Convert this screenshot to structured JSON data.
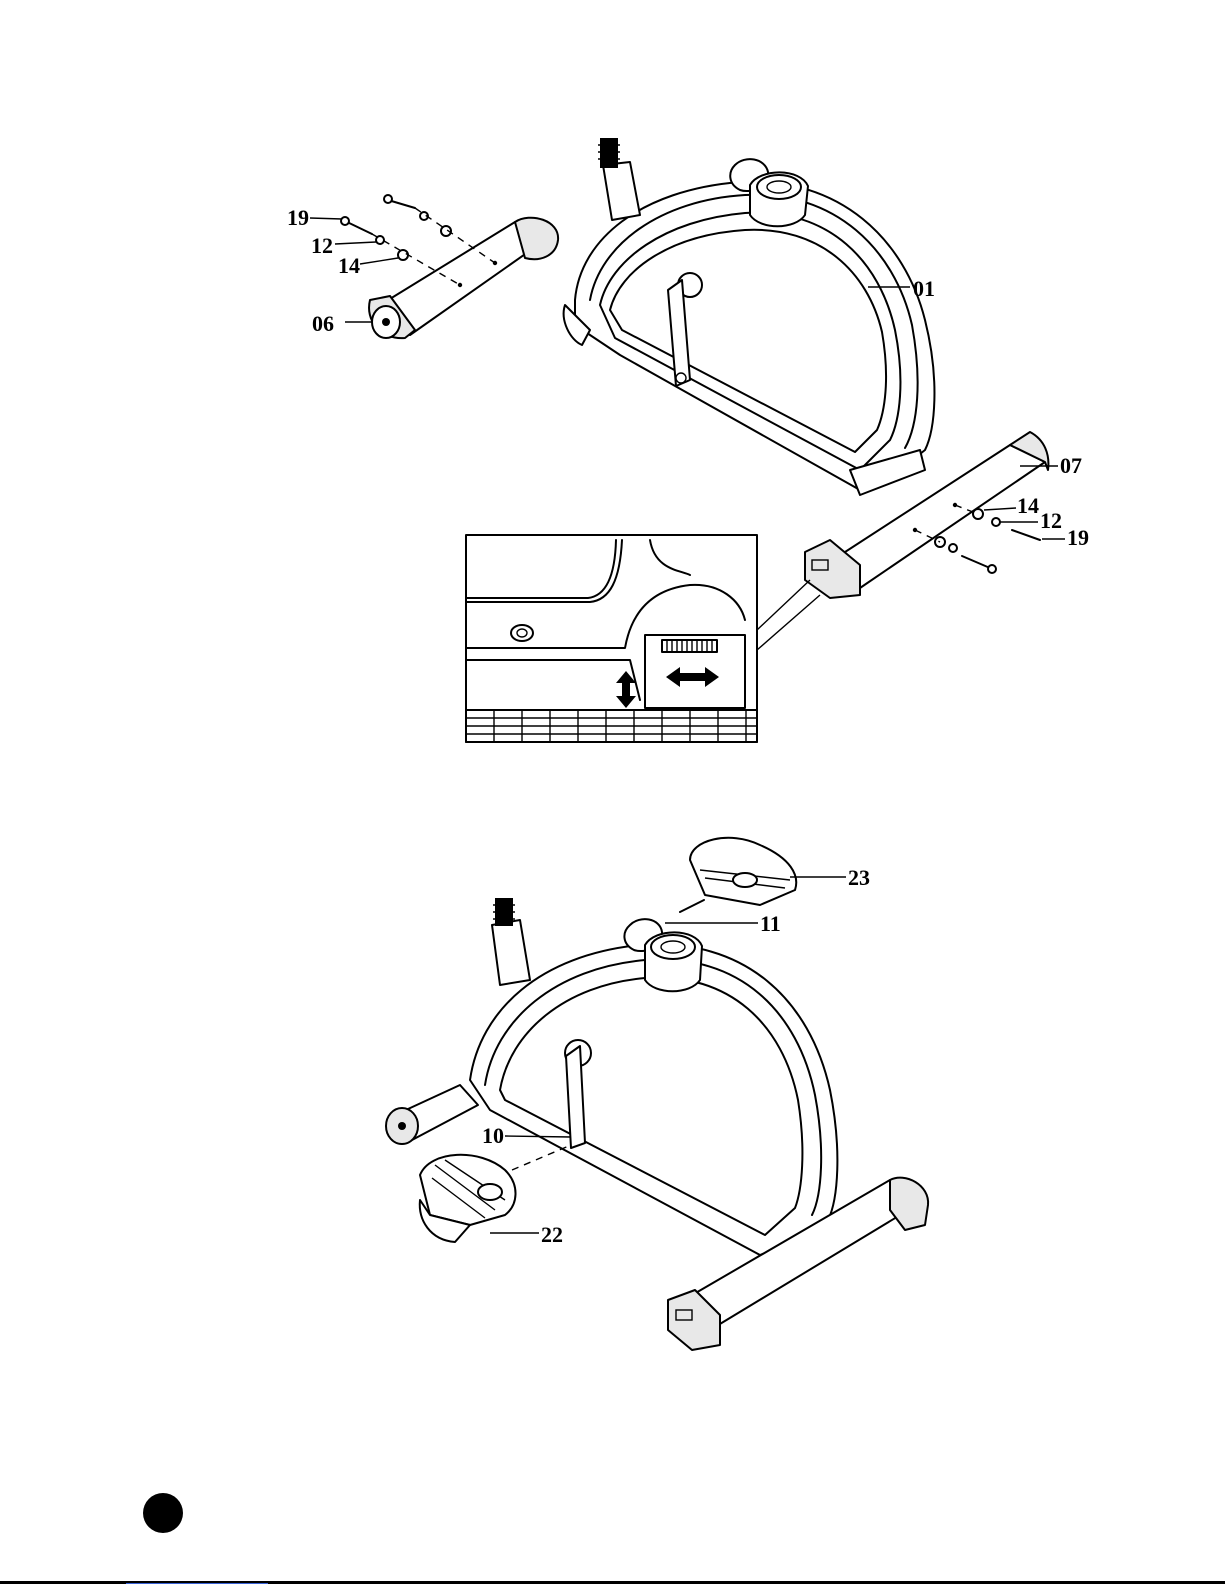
{
  "diagram_top": {
    "labels": {
      "l01": "01",
      "l06": "06",
      "l07": "07",
      "l12a": "12",
      "l12b": "12",
      "l14a": "14",
      "l14b": "14",
      "l19a": "19",
      "l19b": "19"
    }
  },
  "diagram_bottom": {
    "labels": {
      "l10": "10",
      "l11": "11",
      "l22": "22",
      "l23": "23"
    }
  }
}
